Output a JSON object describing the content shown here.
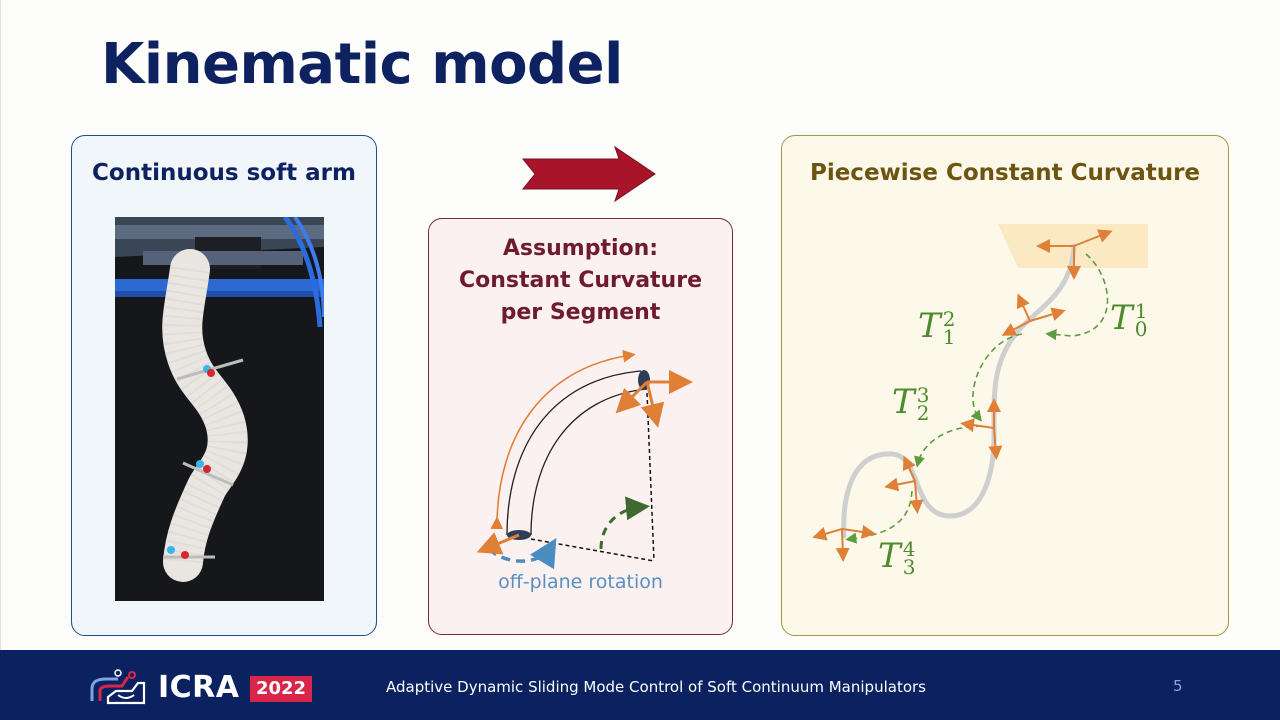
{
  "slide": {
    "title": "Kinematic model",
    "panels": {
      "left": {
        "heading": "Continuous soft arm"
      },
      "middle": {
        "heading_lines": [
          "Assumption:",
          "Constant Curvature",
          "per Segment"
        ],
        "caption": "off-plane rotation"
      },
      "right": {
        "heading": "Piecewise Constant Curvature",
        "transform_labels": [
          {
            "base": "T",
            "sup": "1",
            "sub": "0"
          },
          {
            "base": "T",
            "sup": "2",
            "sub": "1"
          },
          {
            "base": "T",
            "sup": "3",
            "sub": "2"
          },
          {
            "base": "T",
            "sup": "4",
            "sub": "3"
          }
        ]
      }
    },
    "icons": {
      "flow_arrow": "right-arrow-icon"
    },
    "colors": {
      "title": "#0e2160",
      "frame_axes": "#e07f36",
      "transform_arrows": "#5e9c3f",
      "rotation": "#5a8fc0",
      "red_arrow": "#a8142a"
    }
  },
  "footer": {
    "conference": "ICRA",
    "year": "2022",
    "talk_title": "Adaptive Dynamic Sliding Mode Control of Soft Continuum Manipulators",
    "page_number": "5"
  }
}
